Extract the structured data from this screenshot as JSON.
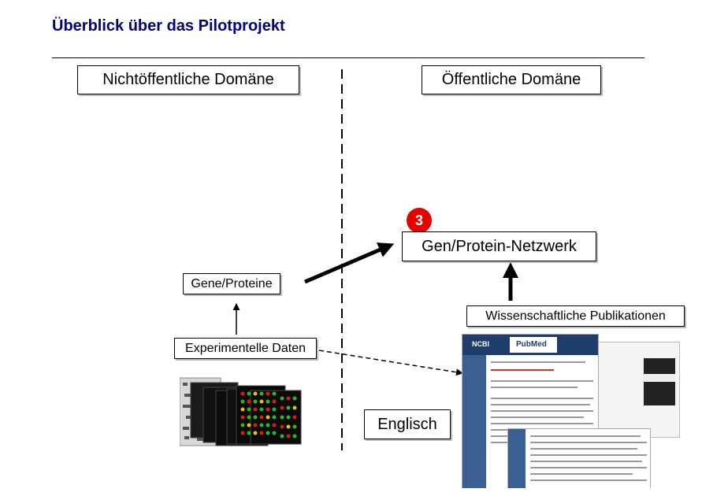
{
  "header": {
    "title": "Überblick über das Pilotprojekt"
  },
  "domains": {
    "private_label": "Nichtöffentliche Domäne",
    "public_label": "Öffentliche Domäne"
  },
  "nodes": {
    "badge_number": "3",
    "network_label": "Gen/Protein-Netzwerk",
    "genes_label": "Gene/Proteine",
    "experiments_label": "Experimentelle Daten",
    "publications_label": "Wissenschaftliche Publikationen",
    "language_label": "Englisch"
  },
  "images": {
    "microarray_icon": "microarray-image",
    "pubmed_icon": "pubmed-screenshot",
    "pubmed_logo_text": "PubMed",
    "ncbi_logo_text": "NCBI"
  },
  "colors": {
    "title": "#00007a",
    "badge": "#e60000"
  }
}
